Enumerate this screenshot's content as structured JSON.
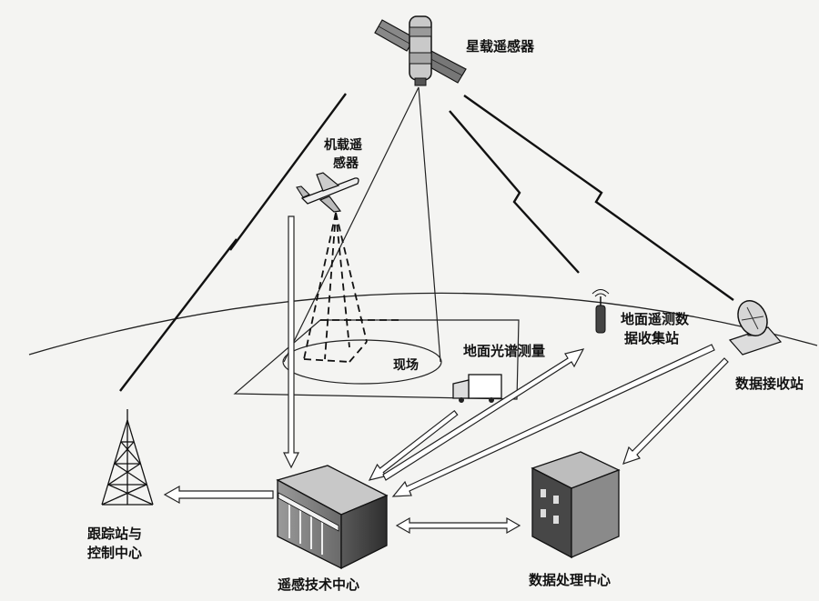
{
  "labels": {
    "satellite": "星载遥感器",
    "aircraft_line1": "机载遥",
    "aircraft_line2": "感器",
    "site": "现场",
    "ground_spectral": "地面光谱测量",
    "telemetry_line1": "地面遥测数",
    "telemetry_line2": "据收集站",
    "receiving_station": "数据接收站",
    "tracking_line1": "跟踪站与",
    "tracking_line2": "控制中心",
    "rs_center": "遥感技术中心",
    "processing_center": "数据处理中心"
  }
}
